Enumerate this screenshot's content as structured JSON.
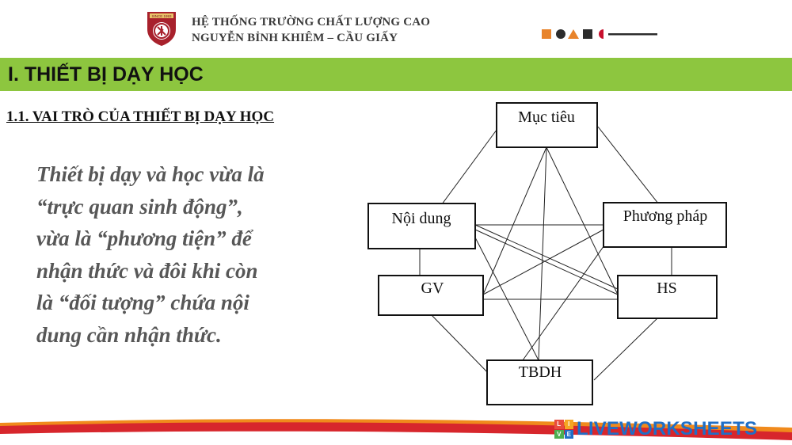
{
  "header": {
    "school_line_1": "HỆ THỐNG TRƯỜNG CHẤT LƯỢNG CAO",
    "school_line_2": "NGUYỄN BỈNH KHIÊM – CẦU GIẤY",
    "logo_text_top": "SINCE 1993",
    "logo_icon": "school-crest-icon",
    "brand_color": "#a8212c"
  },
  "section": {
    "title": "I. THIẾT BỊ DẠY HỌC",
    "bar_color": "#8dc63f"
  },
  "subheading": "1.1. VAI TRÒ CỦA THIẾT BỊ DẠY HỌC",
  "body_lines": [
    "Thiết bị dạy và học vừa là",
    "“trực quan sinh động”,",
    "vừa là “phương tiện” để",
    "nhận thức và đôi khi còn",
    "là “đối tượng” chứa nội",
    "dung cần nhận thức."
  ],
  "diagram": {
    "nodes": {
      "muc_tieu": "Mục tiêu",
      "noi_dung": "Nội dung",
      "phuong_phap": "Phương pháp",
      "gv": "GV",
      "hs": "HS",
      "tbdh": "TBDH"
    }
  },
  "watermark": {
    "icon": "liveworksheets-icon",
    "icon_letters": [
      "L",
      "I",
      "V",
      "E"
    ],
    "text": "LIVEWORKSHEETS"
  }
}
